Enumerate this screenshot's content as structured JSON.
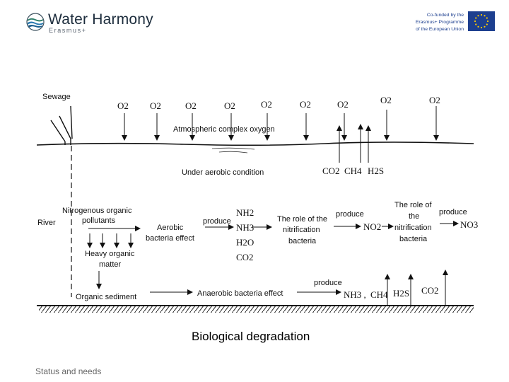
{
  "header": {
    "logo_title": "Water Harmony",
    "logo_sub": "Erasmus+",
    "eu_line1": "Co-funded by the",
    "eu_line2": "Erasmus+ Programme",
    "eu_line3": "of the European Union"
  },
  "diagram": {
    "sewage": "Sewage",
    "o2": "O2",
    "atmospheric": "Atmospheric complex oxygen",
    "under_aerobic": "Under aerobic condition",
    "co2": "CO2",
    "ch4": "CH4",
    "h2s": "H2S",
    "nitrogenous_1": "Nitrogenous organic",
    "nitrogenous_2": "pollutants",
    "river": "River",
    "aerobic_1": "Aerobic",
    "aerobic_2": "bacteria effect",
    "heavy_1": "Heavy organic",
    "heavy_2": "matter",
    "produce": "produce",
    "nh2": "NH2",
    "nh3": "NH3",
    "h2o": "H2O",
    "nitri_1": "The role of the",
    "nitri_2": "nitrification",
    "nitri_3": "bacteria",
    "no2": "NO2",
    "role_1": "The role of",
    "role_2": "the",
    "role_3": "nitrification",
    "role_4": "bacteria",
    "no3": "NO3",
    "organic_sediment": "Organic sediment",
    "anaerobic": "Anaerobic bacteria effect",
    "nh3_sep": "NH3 ,",
    "title": "Biological degradation"
  },
  "footer": {
    "text": "Status and needs"
  },
  "colors": {
    "eu_blue": "#1d3f8f",
    "eu_star": "#ffcc00",
    "logo_dark": "#1c2c3c"
  },
  "icons": [
    "water-harmony-logo-icon",
    "eu-flag-icon"
  ]
}
